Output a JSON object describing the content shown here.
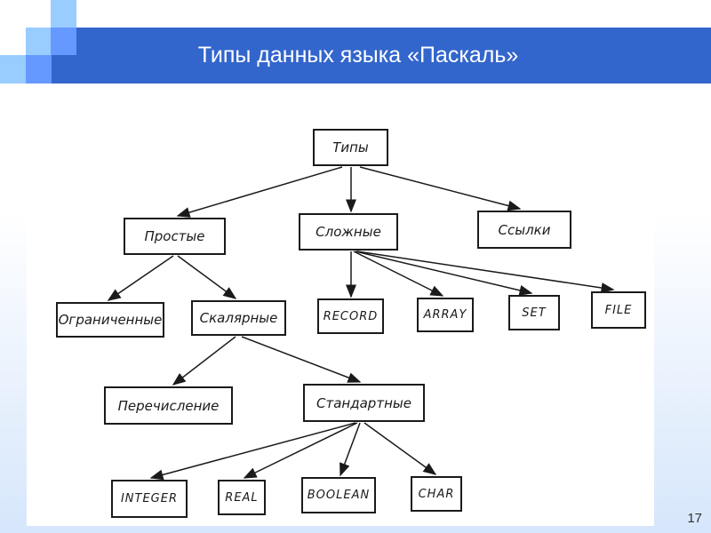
{
  "slide": {
    "title": "Типы данных языка «Паскаль»",
    "page_number": "17"
  },
  "diagram": {
    "root": "Типы",
    "level1": [
      "Простые",
      "Сложные",
      "Ссылки"
    ],
    "simple_children": [
      "Ограниченные",
      "Скалярные"
    ],
    "complex_children": [
      "RECORD",
      "ARRAY",
      "SET",
      "FILE"
    ],
    "scalar_children": [
      "Перечисление",
      "Стандартные"
    ],
    "standard_children": [
      "INTEGER",
      "REAL",
      "BOOLEAN",
      "CHAR"
    ]
  },
  "colors": {
    "band": "#3366cc",
    "light_square": "#99ccff",
    "medium_square": "#6699ff"
  }
}
